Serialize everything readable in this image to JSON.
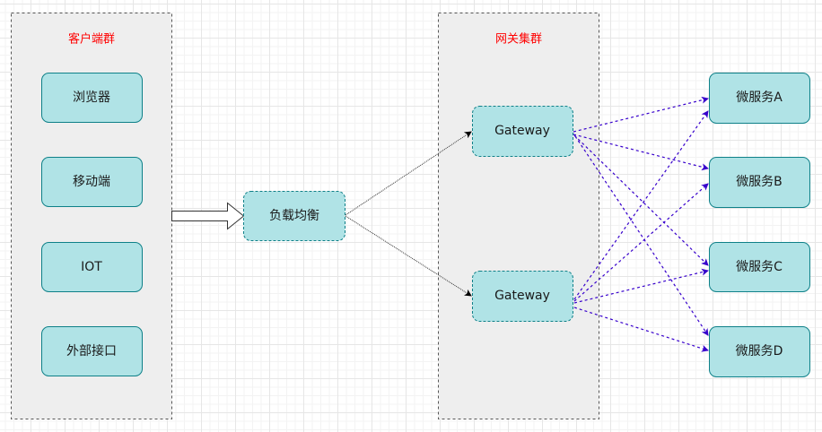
{
  "client_group": {
    "title": "客户端群",
    "items": [
      "浏览器",
      "移动端",
      "IOT",
      "外部接口"
    ]
  },
  "load_balancer": {
    "label": "负载均衡"
  },
  "gateway_group": {
    "title": "网关集群",
    "gateways": [
      "Gateway",
      "Gateway"
    ]
  },
  "services": [
    "微服务A",
    "微服务B",
    "微服务C",
    "微服务D"
  ],
  "colors": {
    "node_fill": "#b0e3e6",
    "node_stroke": "#0e8088",
    "group_fill": "#eeeeee",
    "group_title": "#ff0000",
    "service_edge": "#3700cc"
  }
}
